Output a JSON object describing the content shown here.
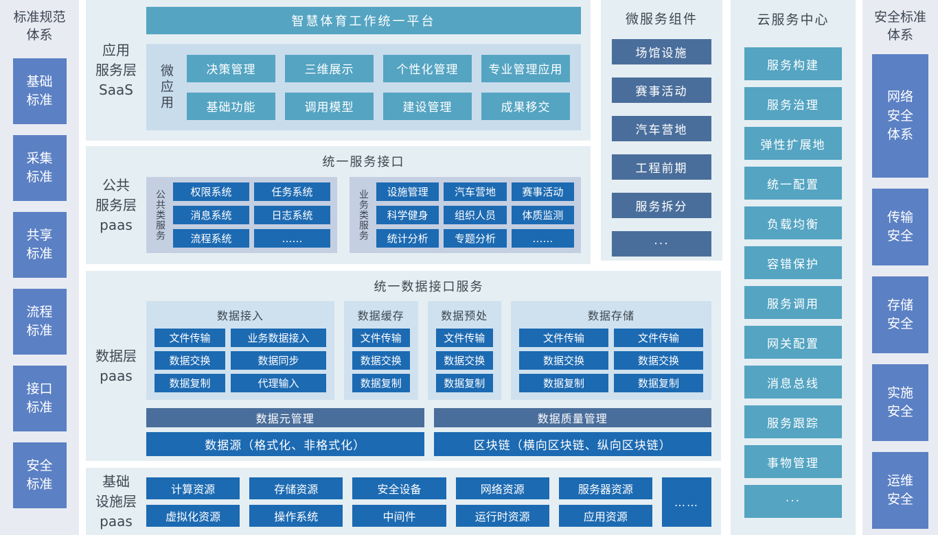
{
  "colors": {
    "teal": "#54a4c2",
    "dark_blue": "#1c6ab2",
    "slate_blue": "#4a6e9b",
    "sidebar_box_blue": "#5b80c4",
    "panel_bg": "#e5eef2",
    "sidebar_bg": "#e9ebf3",
    "saas_inner_bg": "#c9dcec",
    "service_group_bg": "#c5cfe2",
    "data_group_bg": "#cfe1ee",
    "heading_text": "#3d4752"
  },
  "left_sidebar": {
    "title": "标准规范\n体系",
    "items": [
      "基础\n标准",
      "采集\n标准",
      "共享\n标准",
      "流程\n标准",
      "接口\n标准",
      "安全\n标准"
    ]
  },
  "app_layer": {
    "label": "应用\n服务层\nSaaS",
    "platform_title": "智慧体育工作统一平台",
    "micro_app_label": "微应用",
    "apps": [
      "决策管理",
      "三维展示",
      "个性化管理",
      "专业管理应用",
      "基础功能",
      "调用模型",
      "建设管理",
      "成果移交"
    ]
  },
  "service_layer": {
    "label": "公共\n服务层\npaas",
    "title": "统一服务接口",
    "public_group": {
      "label": "公共类服务",
      "items": [
        "权限系统",
        "任务系统",
        "消息系统",
        "日志系统",
        "流程系统",
        "……"
      ]
    },
    "business_group": {
      "label": "业务类服务",
      "items": [
        "设施管理",
        "汽车营地",
        "赛事活动",
        "科学健身",
        "组织人员",
        "体质监测",
        "统计分析",
        "专题分析",
        "……"
      ]
    }
  },
  "data_layer": {
    "label": "数据层\npaas",
    "title": "统一数据接口服务",
    "access_group": {
      "title": "数据接入",
      "items": [
        "文件传输",
        "业务数据接入",
        "数据交换",
        "数据同步",
        "数据复制",
        "代理输入"
      ]
    },
    "cache_group": {
      "title": "数据缓存",
      "items": [
        "文件传输",
        "数据交换",
        "数据复制"
      ]
    },
    "preprocess_group": {
      "title": "数据预处",
      "items": [
        "文件传输",
        "数据交换",
        "数据复制"
      ]
    },
    "storage_group": {
      "title": "数据存储",
      "items": [
        "文件传输",
        "文件传输",
        "数据交换",
        "数据交换",
        "数据复制",
        "数据复制"
      ]
    },
    "meta_bar": "数据元管理",
    "quality_bar": "数据质量管理",
    "source_bar": "数据源（格式化、非格式化）",
    "blockchain_bar": "区块链（横向区块链、纵向区块链）"
  },
  "infra_layer": {
    "label": "基础\n设施层\npaas",
    "items": [
      "计算资源",
      "存储资源",
      "安全设备",
      "网络资源",
      "服务器资源",
      "虚拟化资源",
      "操作系统",
      "中间件",
      "运行时资源",
      "应用资源"
    ],
    "more": "……"
  },
  "microservices": {
    "title": "微服务组件",
    "items": [
      "场馆设施",
      "赛事活动",
      "汽车营地",
      "工程前期",
      "服务拆分",
      "···"
    ]
  },
  "cloud_center": {
    "title": "云服务中心",
    "items": [
      "服务构建",
      "服务治理",
      "弹性扩展地",
      "统一配置",
      "负载均衡",
      "容错保护",
      "服务调用",
      "网关配置",
      "消息总线",
      "服务跟踪",
      "事物管理",
      "···"
    ]
  },
  "right_sidebar": {
    "title": "安全标准\n体系",
    "items": [
      "网络\n安全\n体系",
      "传输\n安全",
      "存储\n安全",
      "实施\n安全",
      "运维\n安全"
    ]
  }
}
